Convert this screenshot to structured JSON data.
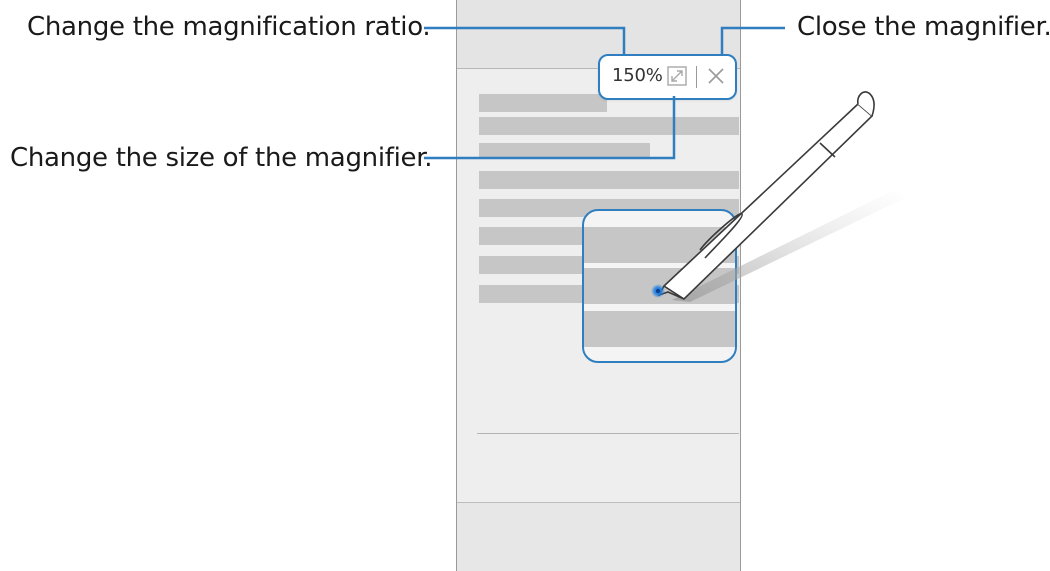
{
  "callouts": {
    "ratio": "Change the magnification ratio.",
    "size": "Change the size of the magnifier.",
    "close": "Close the magnifier."
  },
  "magnifier_toolbar": {
    "zoom_label": "150%",
    "resize_icon": "resize-expand-icon",
    "close_icon": "close-icon"
  },
  "colors": {
    "accent": "#2f7fc0",
    "placeholder_line": "#c6c6c6",
    "screen_bg": "#eeeeee"
  }
}
